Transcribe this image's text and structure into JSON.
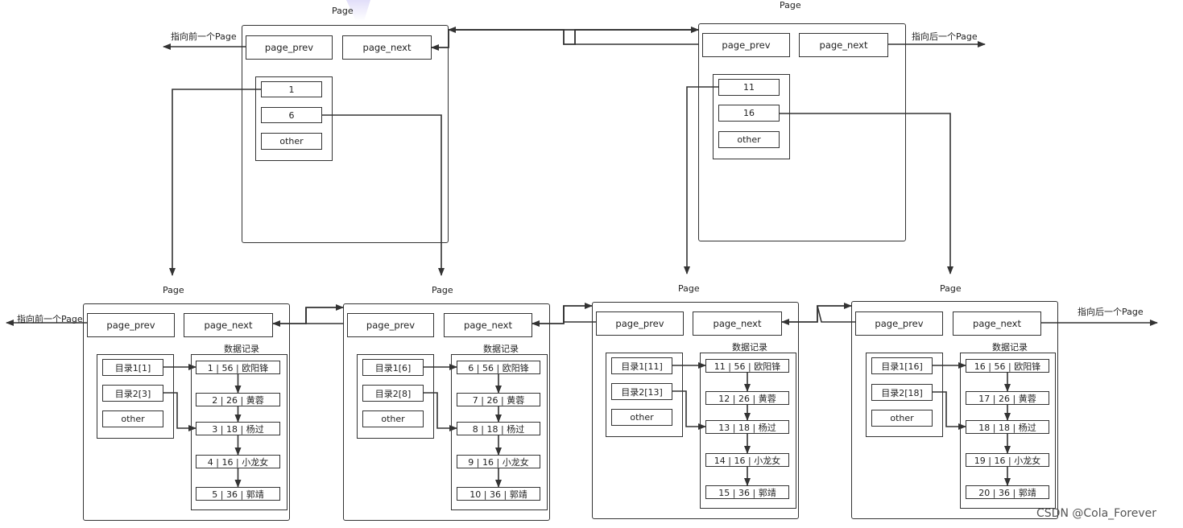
{
  "page_label": "Page",
  "data_records_label": "数据记录",
  "prev_field": "page_prev",
  "next_field": "page_next",
  "pointer_prev": "指向前一个Page",
  "pointer_next": "指向后一个Page",
  "other_label": "other",
  "watermark": "CSDN @Cola_Forever",
  "top_pages": [
    {
      "keys": [
        "1",
        "6"
      ]
    },
    {
      "keys": [
        "11",
        "16"
      ]
    }
  ],
  "leaf_pages": [
    {
      "dir": [
        "目录1[1]",
        "目录2[3]"
      ],
      "records": [
        "1 | 56 | 欧阳锋",
        "2 | 26 | 黄蓉",
        "3 | 18 | 杨过",
        "4 | 16 | 小龙女",
        "5 | 36 | 郭靖"
      ]
    },
    {
      "dir": [
        "目录1[6]",
        "目录2[8]"
      ],
      "records": [
        "6 | 56 | 欧阳锋",
        "7 | 26 | 黄蓉",
        "8 | 18 | 杨过",
        "9 | 16 | 小龙女",
        "10 | 36 | 郭靖"
      ]
    },
    {
      "dir": [
        "目录1[11]",
        "目录2[13]"
      ],
      "records": [
        "11 | 56 | 欧阳锋",
        "12 | 26 | 黄蓉",
        "13 | 18 | 杨过",
        "14 | 16 | 小龙女",
        "15 | 36 | 郭靖"
      ]
    },
    {
      "dir": [
        "目录1[16]",
        "目录2[18]"
      ],
      "records": [
        "16 | 56 | 欧阳锋",
        "17 | 26 | 黄蓉",
        "18 | 18 | 杨过",
        "19 | 16 | 小龙女",
        "20 | 36 | 郭靖"
      ]
    }
  ]
}
